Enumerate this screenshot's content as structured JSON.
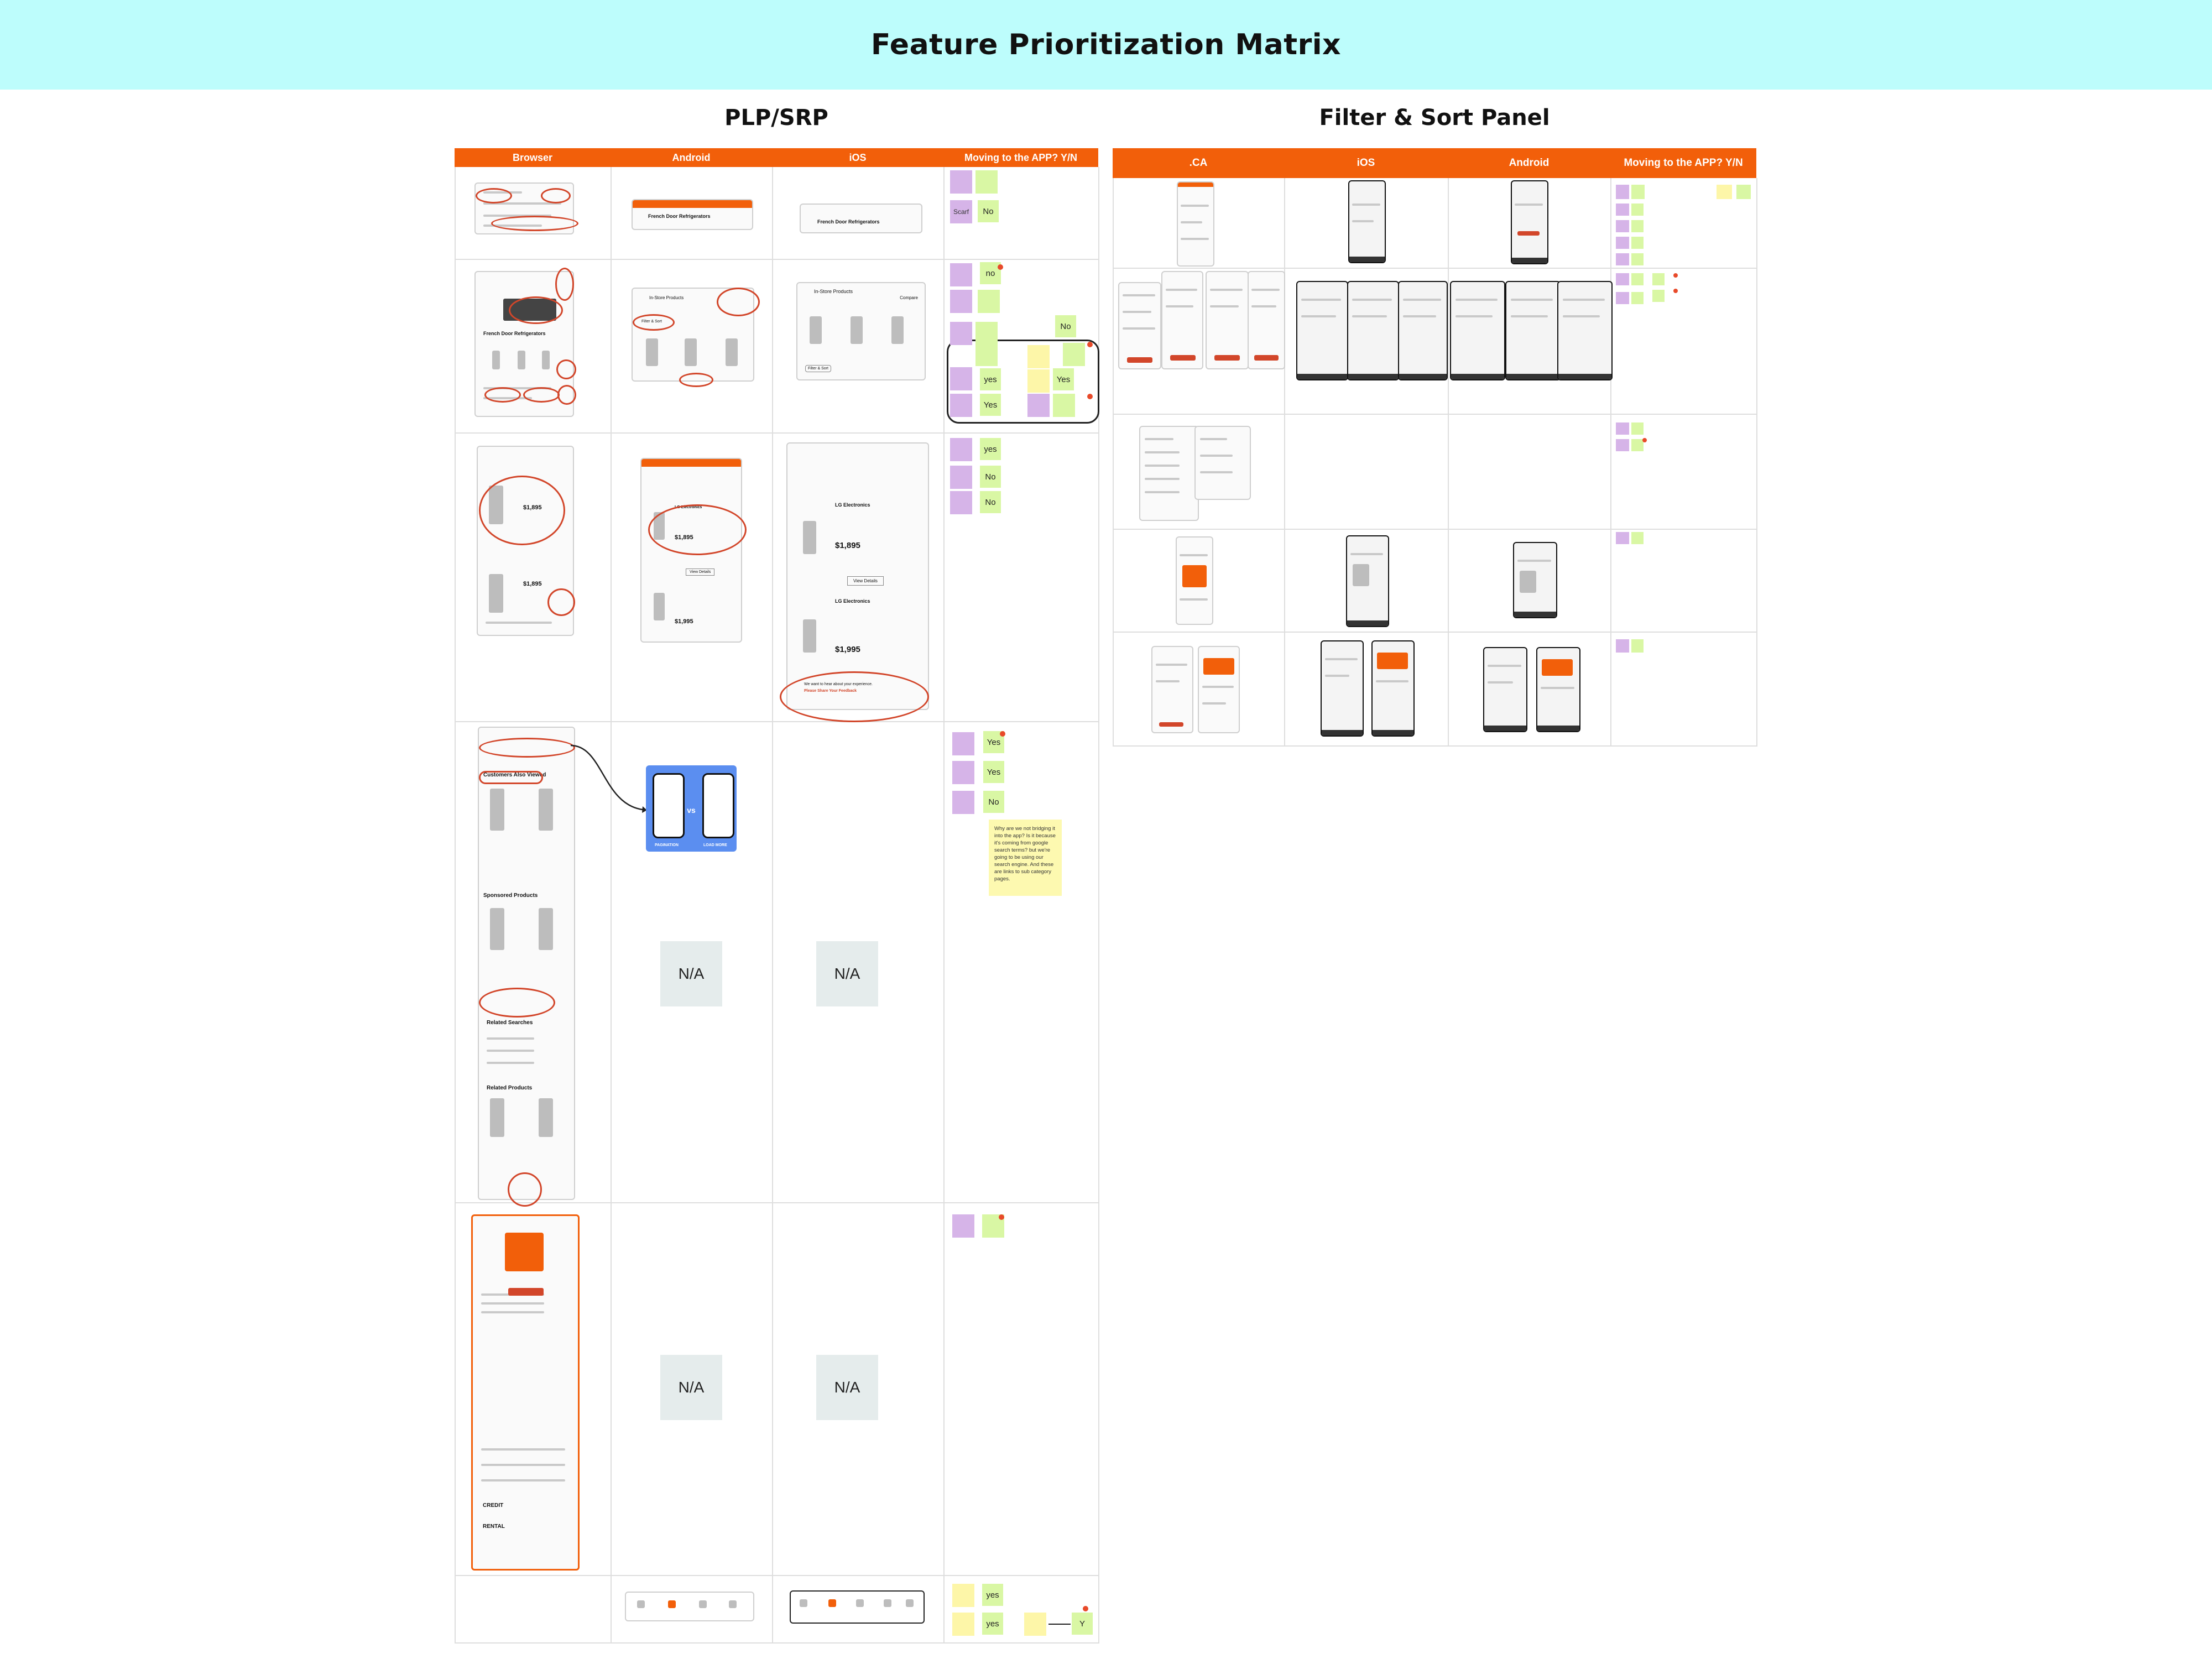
{
  "title": "Feature Prioritization Matrix",
  "sections": {
    "plp": {
      "title": "PLP/SRP",
      "columns": [
        "Browser",
        "Android",
        "iOS",
        "Moving to the APP? Y/N"
      ]
    },
    "filter": {
      "title": "Filter & Sort Panel",
      "columns": [
        ".CA",
        "iOS",
        "Android",
        "Moving to the APP? Y/N"
      ]
    }
  },
  "na_label": "N/A",
  "decisions": {
    "row1": [
      "No"
    ],
    "row2": [
      "no",
      "No",
      "yes",
      "Yes",
      "Yes"
    ],
    "row3": [
      "yes",
      "No",
      "No"
    ],
    "row4": [
      "Yes",
      "Yes",
      "No"
    ],
    "row6": [
      "yes",
      "yes",
      "Y"
    ]
  },
  "sticky_note": "Why are we not bridging it into the app? Is it because it's coming from google search terms? but we're going to be using our search engine. And these are links to sub category pages.",
  "screens": {
    "android_header": "French Door Refrigerators",
    "ios_header": "French Door Refrigerators",
    "in_store": "In-Store Products",
    "compare": "Compare",
    "filter_sort": "Filter & Sort",
    "plp_heading": "French Door Refrigerators",
    "customers_also_viewed": "Customers Also Viewed",
    "sponsored_products": "Sponsored Products",
    "related_searches": "Related Searches",
    "related_products": "Related Products",
    "lg_brand": "LG Electronics",
    "price_a": "$1,895",
    "price_b": "$1,995",
    "feedback_title": "We want to hear about your experience.",
    "feedback_link": "Please Share Your Feedback",
    "view_details": "View Details",
    "vs": "vs",
    "pagination": "PAGINATION",
    "load_more": "LOAD MORE",
    "scarf": "Scarf",
    "credit_card": "CREDIT",
    "rental": "RENTAL"
  }
}
